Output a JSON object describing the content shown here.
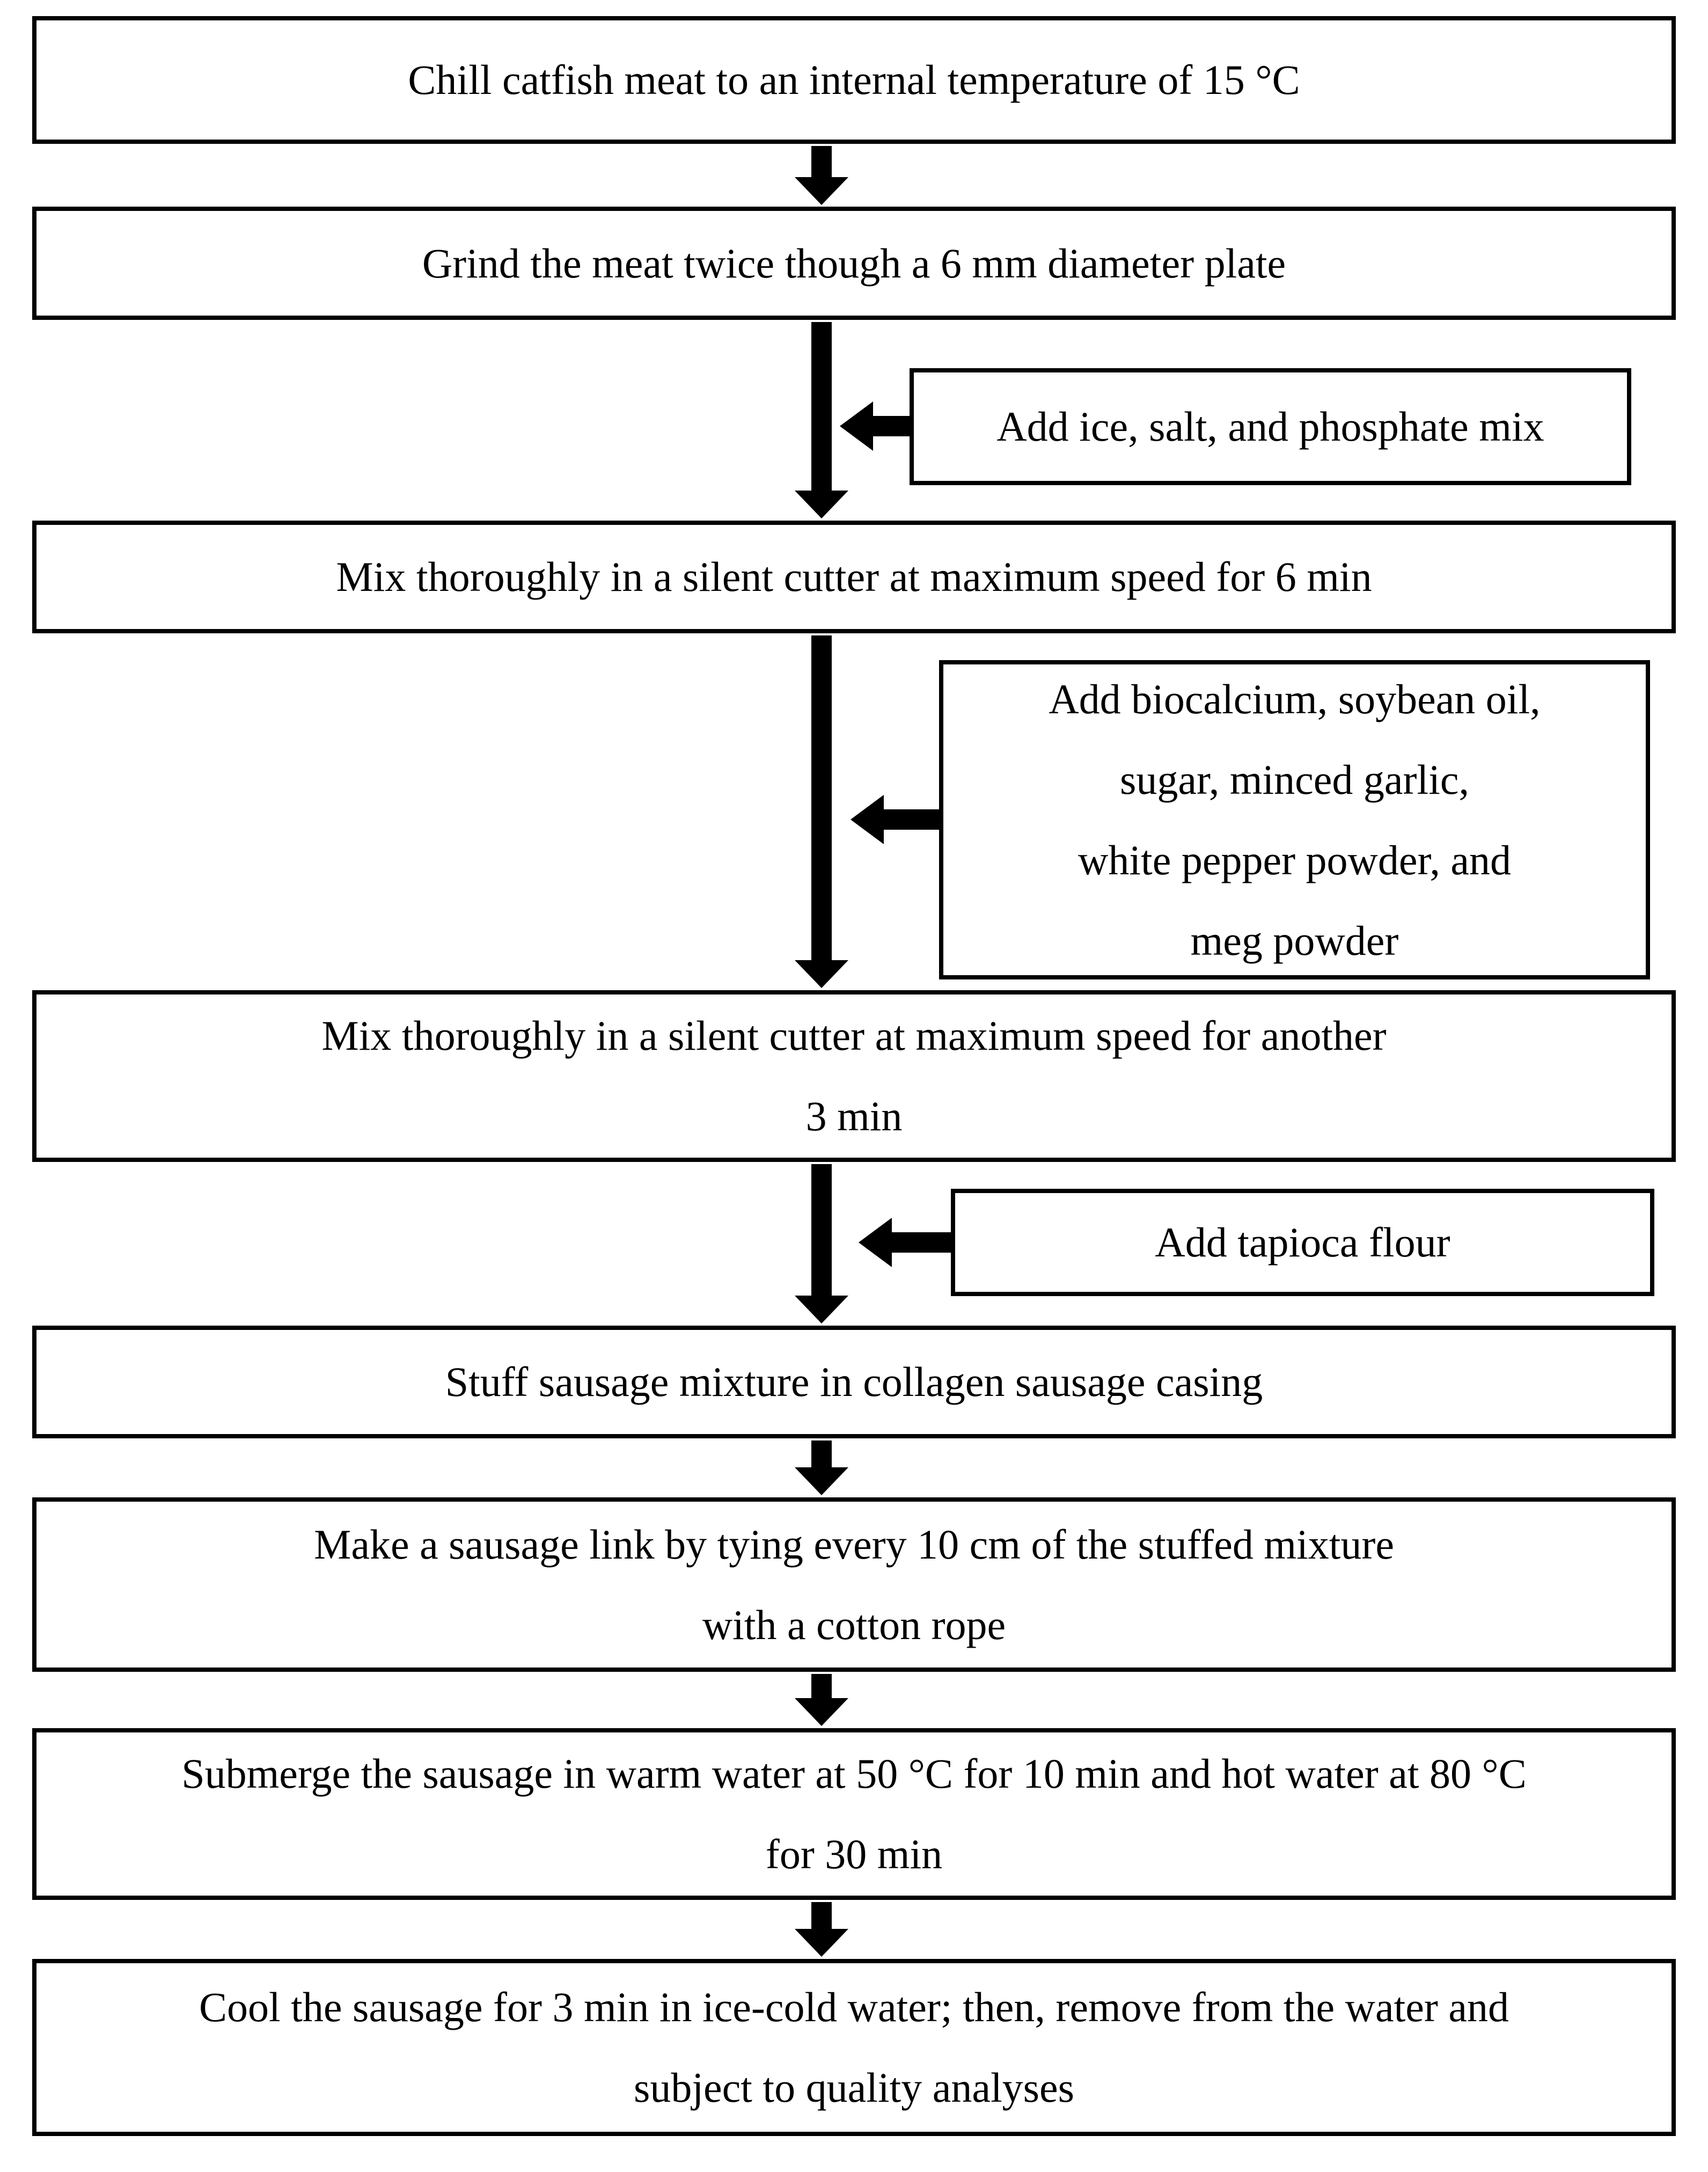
{
  "colors": {
    "background": "#ffffff",
    "line": "#000000",
    "text": "#000000"
  },
  "steps": [
    {
      "lines": [
        "Chill catfish meat to an internal temperature of 15 °C"
      ]
    },
    {
      "lines": [
        "Grind the meat twice though a 6 mm diameter plate"
      ]
    },
    {
      "lines": [
        "Mix thoroughly in a silent cutter at maximum speed for 6 min"
      ]
    },
    {
      "lines": [
        "Mix thoroughly in a silent cutter at maximum speed for another",
        "3 min"
      ]
    },
    {
      "lines": [
        "Stuff sausage mixture in collagen sausage casing"
      ]
    },
    {
      "lines": [
        "Make a sausage link by tying every 10 cm of the stuffed mixture",
        "with a cotton rope"
      ]
    },
    {
      "lines": [
        "Submerge the sausage in warm water at 50 °C for 10 min and hot water at 80 °C",
        "for 30 min"
      ]
    },
    {
      "lines": [
        "Cool the sausage for 3 min in ice-cold water; then, remove from the water and",
        "subject to quality analyses"
      ]
    }
  ],
  "side_boxes": [
    {
      "lines": [
        "Add ice, salt, and phosphate mix"
      ]
    },
    {
      "lines": [
        "Add biocalcium, soybean oil,",
        "sugar, minced garlic,",
        "white pepper powder, and",
        "meg powder"
      ]
    },
    {
      "lines": [
        "Add tapioca flour"
      ]
    }
  ]
}
